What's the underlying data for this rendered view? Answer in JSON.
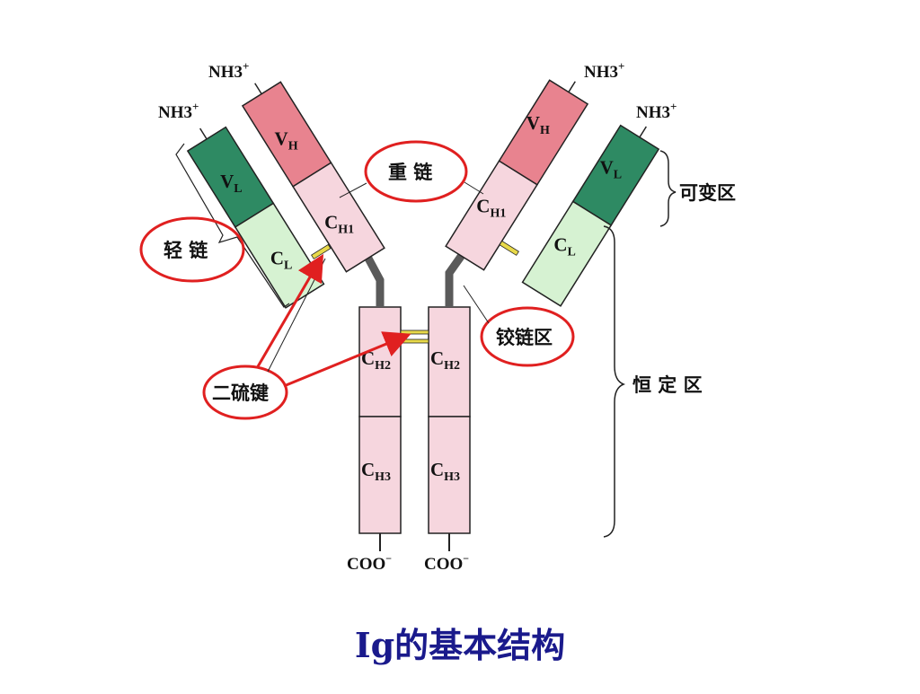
{
  "title": "Ig的基本结构",
  "labels": {
    "nh3": "NH3",
    "nh3_sup": "+",
    "coo": "COO",
    "coo_sup": "−",
    "heavy_chain": "重 链",
    "light_chain": "轻 链",
    "hinge_region": "铰链区",
    "disulfide_bond": "二硫键",
    "variable_region": "可变区",
    "constant_region": "恒 定 区"
  },
  "domains": {
    "vh": {
      "main": "V",
      "sub": "H"
    },
    "vl": {
      "main": "V",
      "sub": "L"
    },
    "ch1": {
      "main": "C",
      "sub": "H1"
    },
    "cl": {
      "main": "C",
      "sub": "L"
    },
    "ch2": {
      "main": "C",
      "sub": "H2"
    },
    "ch3": {
      "main": "C",
      "sub": "H3"
    }
  },
  "colors": {
    "vh": "#e8838f",
    "vl": "#2e8a63",
    "ch": "#f6d6de",
    "cl": "#d6f2d2",
    "hinge": "#5a5a5a",
    "disulfide": "#e8d94a",
    "annotation": "#e02020",
    "title": "#1a1a8c"
  }
}
